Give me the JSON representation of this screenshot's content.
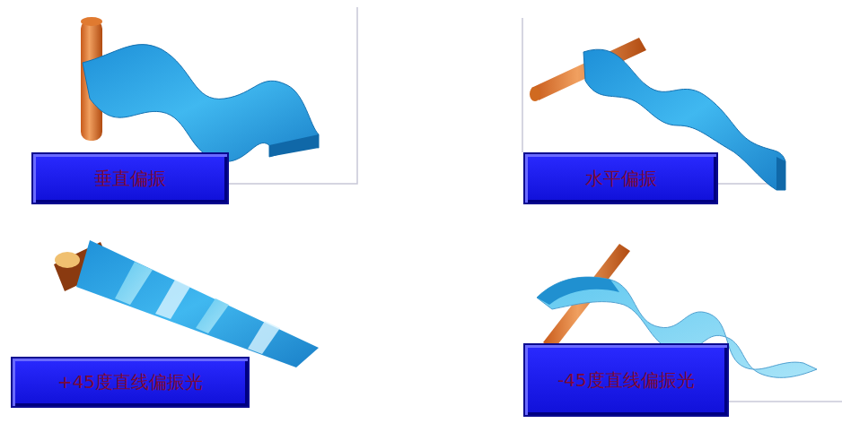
{
  "diagram": {
    "nodes": [
      {
        "text": [
          "垂直偏振"
        ]
      },
      {
        "text": [
          "水平偏振"
        ]
      },
      {
        "text": [
          "+45度直线偏振光"
        ]
      },
      {
        "text": [
          "-45度直线偏振光"
        ]
      }
    ]
  }
}
